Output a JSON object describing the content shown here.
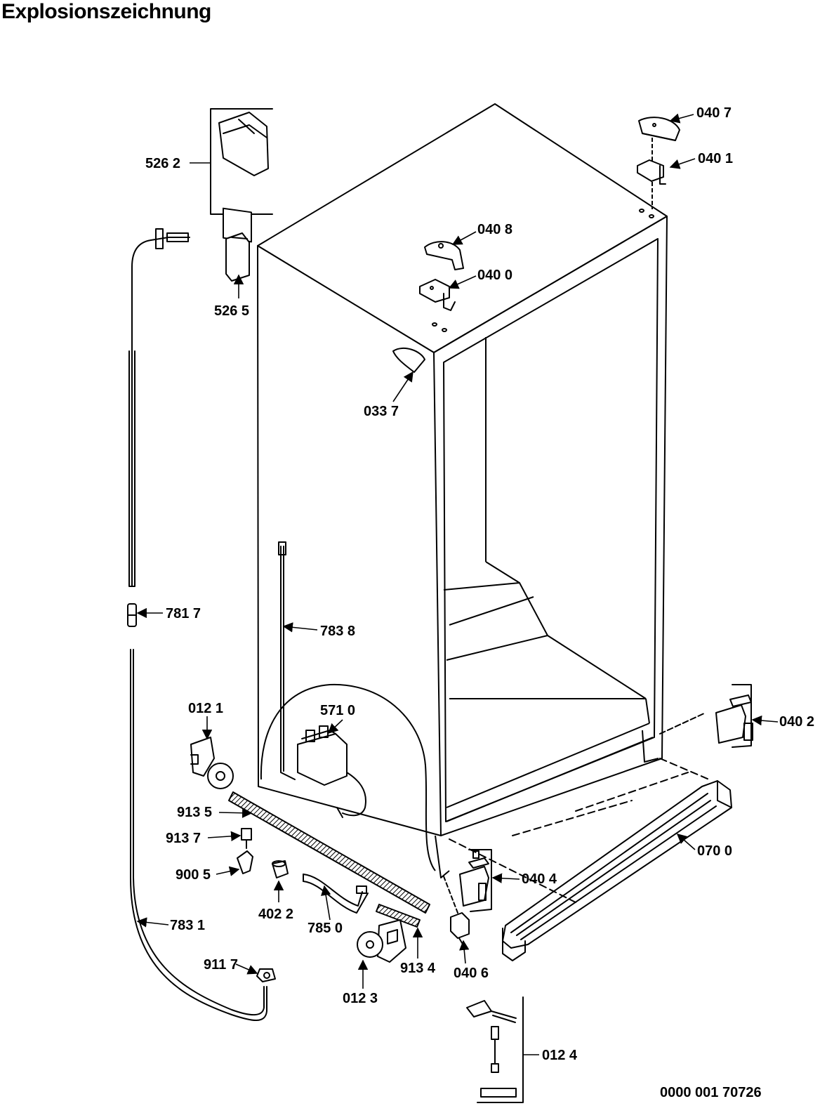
{
  "title": "Explosionszeichnung",
  "document_number": "0000 001 70726",
  "part_labels": [
    "526 2",
    "526 5",
    "040 7",
    "040 1",
    "040 8",
    "040 0",
    "033 7",
    "781 7",
    "783 8",
    "571 0",
    "012 1",
    "040 2",
    "913 5",
    "913 7",
    "070 0",
    "900 5",
    "040 4",
    "402 2",
    "785 0",
    "783 1",
    "913 4",
    "040 6",
    "911 7",
    "012 3",
    "012 4"
  ]
}
